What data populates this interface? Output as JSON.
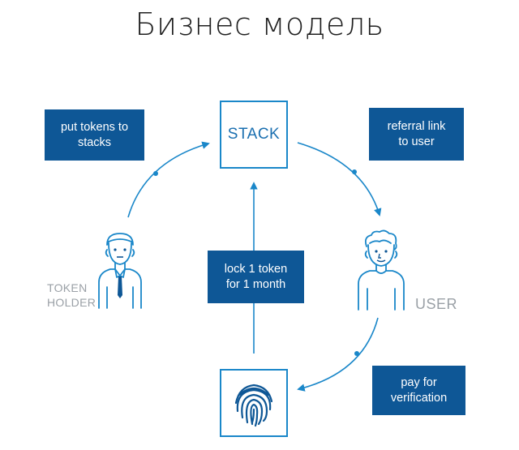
{
  "title": "Бизнес модель",
  "nodes": {
    "stack": "STACK",
    "token_holder": "TOKEN\nHOLDER",
    "user": "USER"
  },
  "labels": {
    "put_tokens": "put tokens to\nstacks",
    "referral": "referral link\nto user",
    "lock": "lock 1 token\nfor 1 month",
    "pay": "pay for\nverification"
  },
  "icons": {
    "token_holder": "businessman-icon",
    "user": "user-person-icon",
    "verification": "fingerprint-icon"
  },
  "colors": {
    "label_fill": "#0e5796",
    "line": "#1a87c9",
    "muted_text": "#9aa0a6"
  }
}
